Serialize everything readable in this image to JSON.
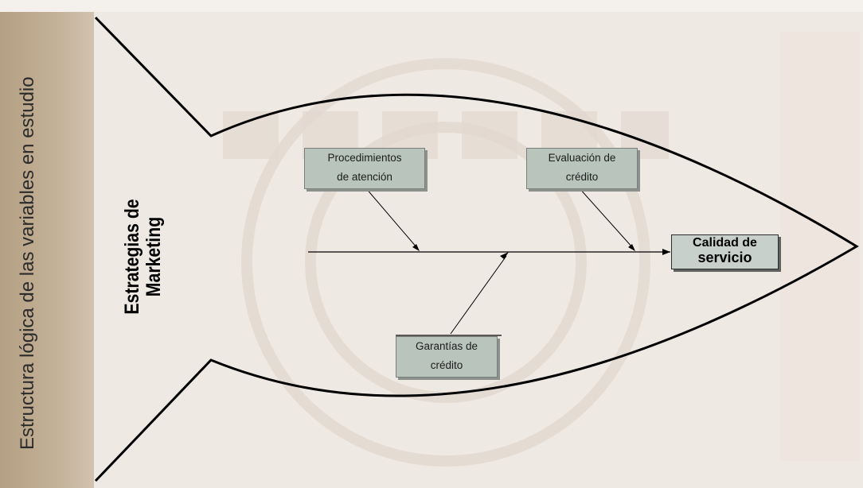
{
  "side_title": "Estructura lógica de las variables en estudio",
  "diagram": {
    "spine_label": {
      "line1": "Estrategias de",
      "line2": "Marketing"
    },
    "effect": {
      "line1": "Calidad de",
      "line2": "servicio"
    },
    "causes": [
      {
        "line1": "Procedimientos",
        "line2": "de atención"
      },
      {
        "line1": "Evaluación de",
        "line2": "crédito"
      },
      {
        "line1": "Garantías de",
        "line2": "crédito"
      }
    ]
  },
  "colors": {
    "box_fill": "#b9c4bd",
    "side_band": "#b4a083",
    "outline": "#000000"
  }
}
